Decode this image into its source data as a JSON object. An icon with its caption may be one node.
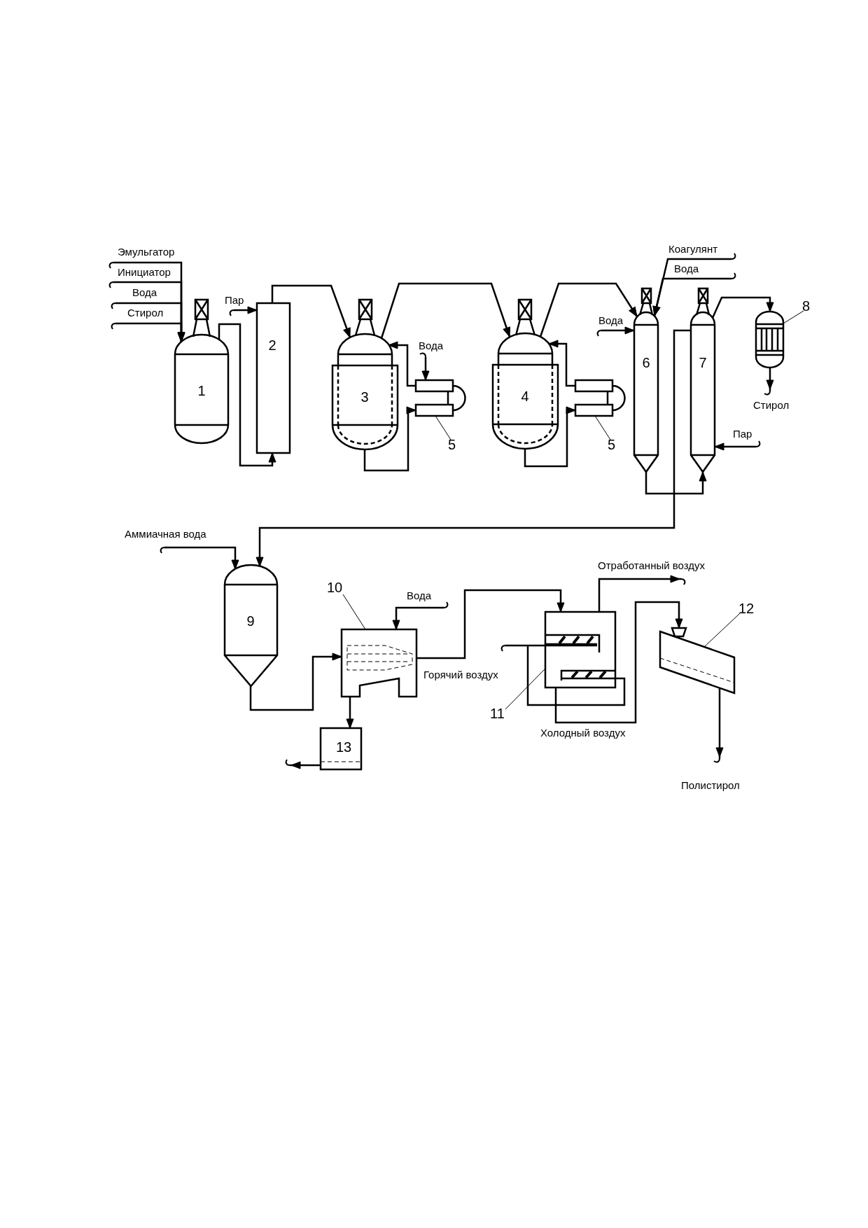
{
  "diagram": {
    "nodes": [
      {
        "text": [
          "1"
        ]
      },
      {
        "text": [
          "2"
        ]
      },
      {
        "text": [
          "3"
        ]
      },
      {
        "text": [],
        "shape": "box"
      },
      {
        "text": [
          "4"
        ]
      },
      {
        "text": [],
        "shape": "box"
      },
      {
        "text": [
          "6"
        ]
      },
      {
        "text": [
          "7"
        ]
      },
      {
        "text": [],
        "shape": "cylinder"
      },
      {
        "text": [
          "9"
        ]
      },
      {
        "text": [],
        "shape": "box"
      },
      {
        "text": [
          "13"
        ]
      },
      {
        "text": [],
        "shape": "box"
      },
      {
        "text": [],
        "shape": "box"
      },
      {
        "text": [
          "5"
        ]
      },
      {
        "text": [
          "5"
        ]
      },
      {
        "text": [
          "8"
        ]
      },
      {
        "text": [
          "10"
        ]
      },
      {
        "text": [
          "11"
        ]
      },
      {
        "text": [
          "12"
        ]
      }
    ],
    "edges": [
      {
        "from": null,
        "to": 0,
        "arrow": "to",
        "label": "Эмульгатор"
      },
      {
        "from": null,
        "to": 0,
        "arrow": "to",
        "label": "Инициатор"
      },
      {
        "from": null,
        "to": 0,
        "arrow": "to",
        "label": "Вода"
      },
      {
        "from": null,
        "to": 0,
        "arrow": "to",
        "label": "Стирол"
      },
      {
        "from": 0,
        "to": 1,
        "arrow": "to"
      },
      {
        "from": null,
        "to": 1,
        "arrow": "to",
        "label": "Пар"
      },
      {
        "from": 1,
        "to": 2,
        "arrow": "to"
      },
      {
        "from": 3,
        "to": 2,
        "arrow": "to"
      },
      {
        "from": 2,
        "to": 3,
        "arrow": "to"
      },
      {
        "from": null,
        "to": 3,
        "arrow": "to",
        "label": "Вода"
      },
      {
        "from": 2,
        "to": 4,
        "arrow": "to"
      },
      {
        "from": 5,
        "to": 4,
        "arrow": "to"
      },
      {
        "from": 4,
        "to": 5,
        "arrow": "to"
      },
      {
        "from": 4,
        "to": 6,
        "arrow": "to"
      },
      {
        "from": null,
        "to": 6,
        "arrow": "to",
        "label": "Коагулянт"
      },
      {
        "from": null,
        "to": 6,
        "arrow": "to",
        "label": "Вода"
      },
      {
        "from": null,
        "to": 6,
        "arrow": "to",
        "label": "Вода"
      },
      {
        "from": 6,
        "to": 7,
        "arrow": "to"
      },
      {
        "from": 7,
        "to": 8,
        "arrow": "to"
      },
      {
        "from": null,
        "to": 7,
        "arrow": "to",
        "label": "Пар"
      },
      {
        "from": 8,
        "to": null,
        "arrow": "to",
        "label": "Стирол"
      },
      {
        "from": 7,
        "to": 9,
        "arrow": "to"
      },
      {
        "from": null,
        "to": 9,
        "arrow": "to",
        "label": "Аммиачная вода"
      },
      {
        "from": 9,
        "to": 10,
        "arrow": "to"
      },
      {
        "from": null,
        "to": 10,
        "arrow": "to",
        "label": "Вода"
      },
      {
        "from": 10,
        "to": 11,
        "arrow": "to"
      },
      {
        "from": 11,
        "to": null,
        "arrow": "to"
      },
      {
        "from": 10,
        "to": 12,
        "arrow": "to"
      },
      {
        "from": null,
        "to": 12,
        "arrow": "other",
        "label": "Горячий воздух"
      },
      {
        "from": 12,
        "to": null,
        "arrow": "to",
        "label": "Отработанный воздух"
      },
      {
        "from": 12,
        "to": 13,
        "arrow": "to",
        "label": "Холодный воздух"
      },
      {
        "from": 13,
        "to": null,
        "arrow": "to",
        "label": "Полистирол"
      },
      {
        "from": 14,
        "to": 3,
        "arrow": "none"
      },
      {
        "from": 15,
        "to": 5,
        "arrow": "none"
      },
      {
        "from": 16,
        "to": 8,
        "arrow": "none"
      },
      {
        "from": 17,
        "to": 10,
        "arrow": "none"
      },
      {
        "from": 18,
        "to": 12,
        "arrow": "none"
      },
      {
        "from": 19,
        "to": 13,
        "arrow": "none"
      }
    ]
  }
}
